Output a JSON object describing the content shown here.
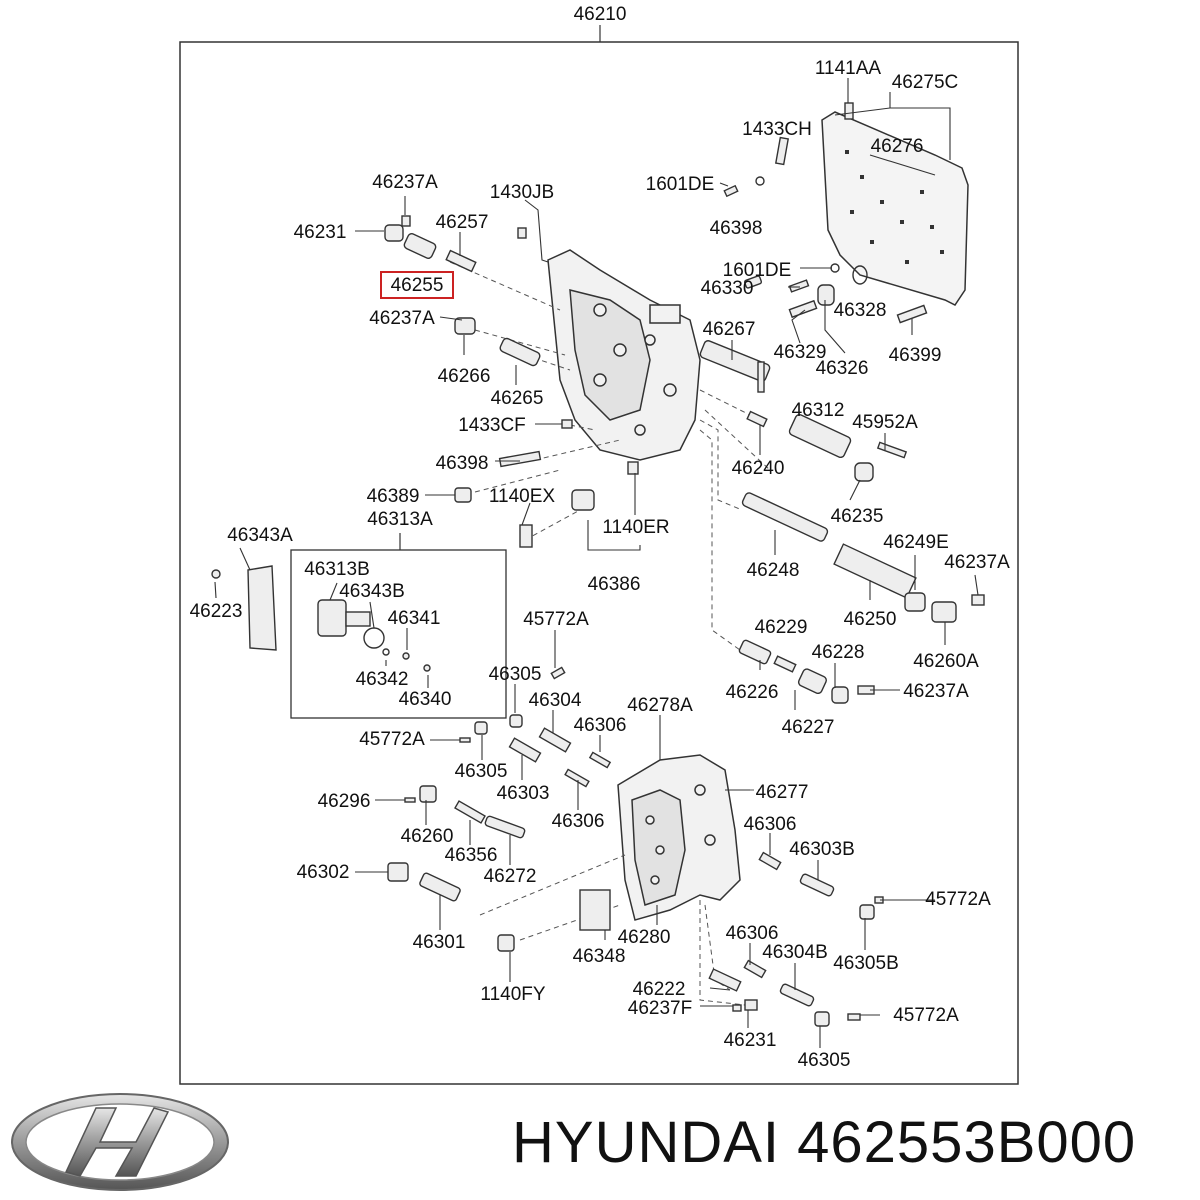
{
  "diagram": {
    "assembly_number": "46210",
    "highlighted_part": "46255",
    "labels": [
      "1141AA",
      "46275C",
      "1433CH",
      "46276",
      "46237A",
      "1430JB",
      "1601DE",
      "46231",
      "46257",
      "46398",
      "46255",
      "1601DE",
      "46330",
      "46328",
      "46237A",
      "46267",
      "46329",
      "46399",
      "46326",
      "46266",
      "46265",
      "1433CF",
      "46312",
      "45952A",
      "46398",
      "46240",
      "46389",
      "1140EX",
      "46235",
      "46313A",
      "1140ER",
      "46343A",
      "46249E",
      "46237A",
      "46313B",
      "46343B",
      "46386",
      "46248",
      "46223",
      "46341",
      "45772A",
      "46250",
      "46229",
      "46342",
      "46305",
      "46228",
      "46237A",
      "46340",
      "46304",
      "46226",
      "46260A",
      "46278A",
      "46227",
      "45772A",
      "46306",
      "46305",
      "46303",
      "46277",
      "46296",
      "46306",
      "46306",
      "46260",
      "46303B",
      "46356",
      "46302",
      "46272",
      "45772A",
      "46301",
      "46306",
      "46280",
      "46348",
      "46304B",
      "46305B",
      "46222",
      "1140FY",
      "46237F",
      "45772A",
      "46231",
      "46305"
    ]
  },
  "footer": {
    "brand_name": "HYUNDAI",
    "part_number": "462553B000",
    "logo_icon": "hyundai-logo-icon"
  },
  "colors": {
    "highlight": "#cc2222",
    "line": "#222222"
  }
}
